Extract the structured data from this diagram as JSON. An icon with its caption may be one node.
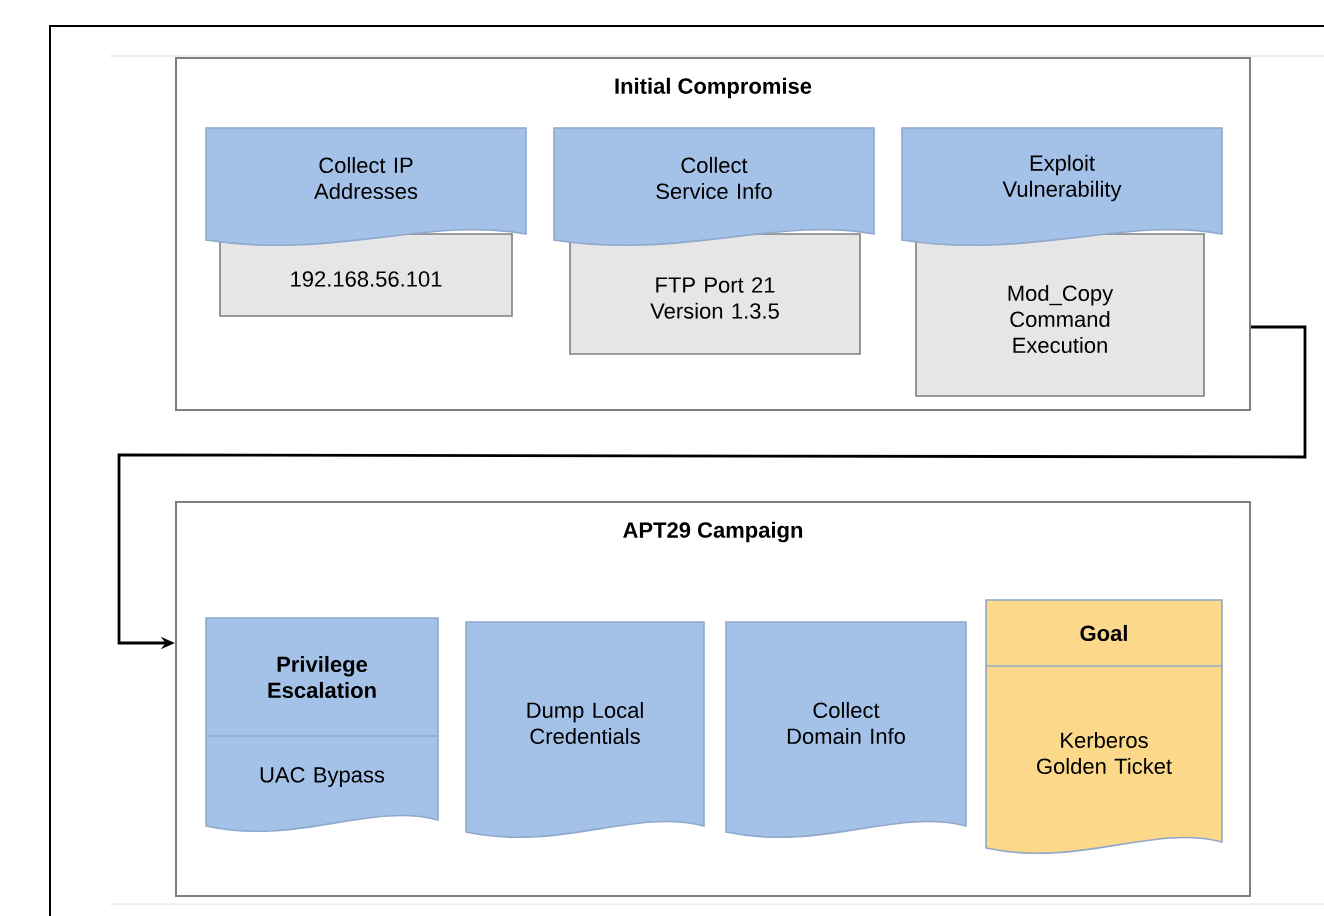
{
  "diagram": {
    "nodes": [
      {
        "text": [
          "Initial Compromise"
        ]
      },
      {
        "text": [
          "Collect IP Addresses"
        ],
        "in": 0
      },
      {
        "text": [
          "192.168.56.101"
        ],
        "in": 0
      },
      {
        "text": [
          "Collect Service Info"
        ],
        "in": 0
      },
      {
        "text": [
          "FTP Port 21 Version 1.3.5"
        ],
        "in": 0
      },
      {
        "text": [
          "Exploit Vulnerability"
        ],
        "in": 0
      },
      {
        "text": [
          "Mod_Copy Command Execution"
        ],
        "in": 0
      },
      {
        "text": [
          "APT29 Campaign"
        ]
      },
      {
        "text": [
          "Privilege Escalation",
          "UAC Bypass"
        ],
        "in": 7
      },
      {
        "text": [
          "Dump Local Credentials"
        ],
        "in": 7
      },
      {
        "text": [
          "Collect Domain Info"
        ],
        "in": 7
      },
      {
        "text": [
          "Goal",
          "Kerberos Golden Ticket"
        ],
        "in": 7
      }
    ],
    "edges": [
      {
        "from": 0,
        "to": 7,
        "arrow": "to"
      }
    ]
  }
}
